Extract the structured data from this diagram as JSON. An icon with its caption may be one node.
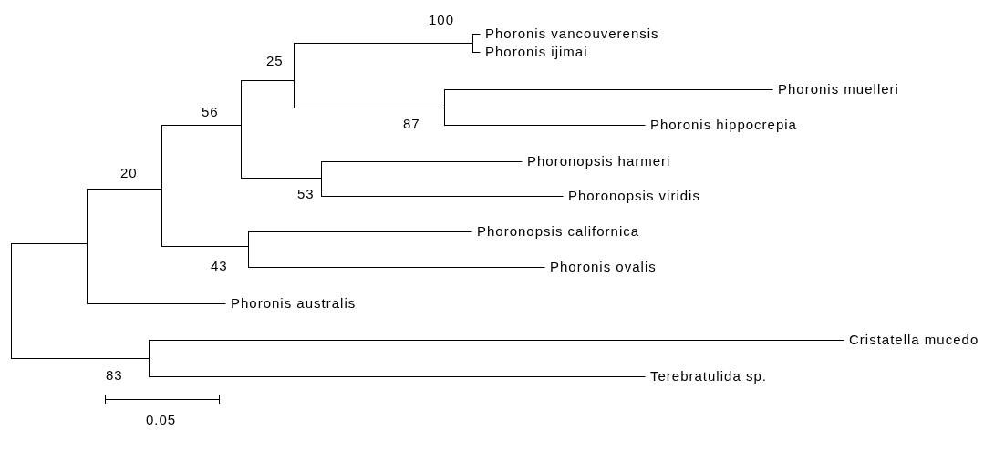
{
  "diagram": {
    "nodes": [
      {
        "text": [],
        "shape": "point"
      },
      {
        "text": [],
        "shape": "point"
      },
      {
        "text": [],
        "shape": "point",
        "beside": [
          "20"
        ]
      },
      {
        "text": [],
        "shape": "point",
        "beside": [
          "56"
        ]
      },
      {
        "text": [],
        "shape": "point",
        "beside": [
          "25"
        ]
      },
      {
        "text": [],
        "shape": "point",
        "beside": [
          "100"
        ]
      },
      {
        "text": [
          "Phoronis vancouverensis"
        ]
      },
      {
        "text": [
          "Phoronis ijimai"
        ]
      },
      {
        "text": [],
        "shape": "point",
        "beside": [
          "87"
        ]
      },
      {
        "text": [
          "Phoronis muelleri"
        ]
      },
      {
        "text": [
          "Phoronis hippocrepia"
        ]
      },
      {
        "text": [],
        "shape": "point",
        "beside": [
          "53"
        ]
      },
      {
        "text": [
          "Phoronopsis harmeri"
        ]
      },
      {
        "text": [
          "Phoronopsis viridis"
        ]
      },
      {
        "text": [],
        "shape": "point",
        "beside": [
          "43"
        ]
      },
      {
        "text": [
          "Phoronopsis californica"
        ]
      },
      {
        "text": [
          "Phoronis ovalis"
        ]
      },
      {
        "text": [
          "Phoronis australis"
        ]
      },
      {
        "text": [],
        "shape": "point",
        "beside": [
          "83"
        ]
      },
      {
        "text": [
          "Cristatella mucedo"
        ]
      },
      {
        "text": [
          "Terebratulida sp."
        ]
      }
    ],
    "edges": [
      {
        "from": 0,
        "to": 1,
        "arrow": "none"
      },
      {
        "from": 0,
        "to": 18,
        "arrow": "none"
      },
      {
        "from": 1,
        "to": 2,
        "arrow": "none"
      },
      {
        "from": 1,
        "to": 17,
        "arrow": "none"
      },
      {
        "from": 2,
        "to": 3,
        "arrow": "none"
      },
      {
        "from": 2,
        "to": 14,
        "arrow": "none"
      },
      {
        "from": 3,
        "to": 4,
        "arrow": "none"
      },
      {
        "from": 3,
        "to": 11,
        "arrow": "none"
      },
      {
        "from": 4,
        "to": 5,
        "arrow": "none"
      },
      {
        "from": 4,
        "to": 8,
        "arrow": "none"
      },
      {
        "from": 5,
        "to": 6,
        "arrow": "none"
      },
      {
        "from": 5,
        "to": 7,
        "arrow": "none"
      },
      {
        "from": 8,
        "to": 9,
        "arrow": "none"
      },
      {
        "from": 8,
        "to": 10,
        "arrow": "none"
      },
      {
        "from": 11,
        "to": 12,
        "arrow": "none"
      },
      {
        "from": 11,
        "to": 13,
        "arrow": "none"
      },
      {
        "from": 14,
        "to": 15,
        "arrow": "none"
      },
      {
        "from": 14,
        "to": 16,
        "arrow": "none"
      },
      {
        "from": 18,
        "to": 19,
        "arrow": "none"
      },
      {
        "from": 18,
        "to": 20,
        "arrow": "none"
      }
    ],
    "labels": [
      "0.05"
    ]
  }
}
